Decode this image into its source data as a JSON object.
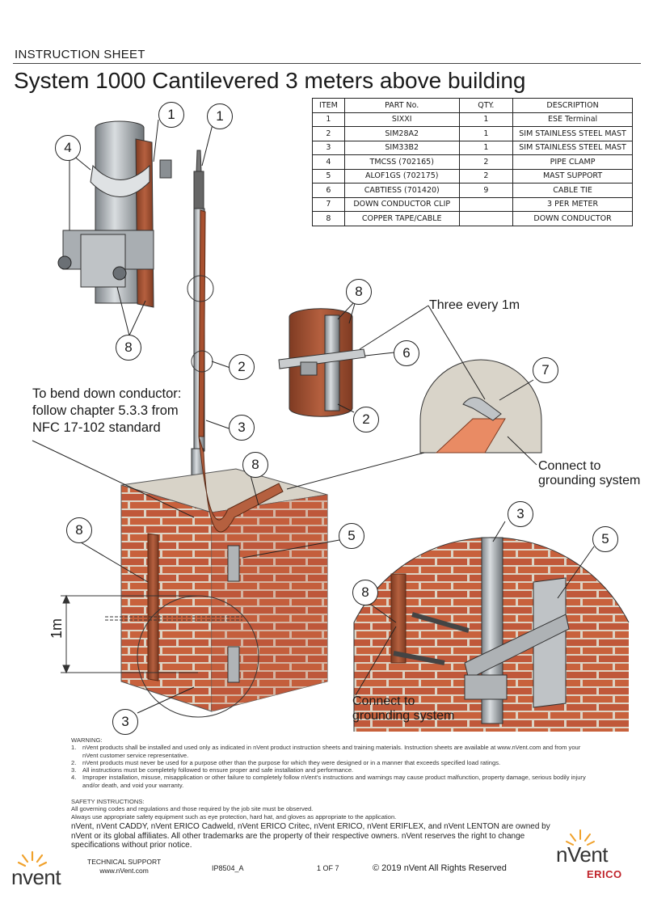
{
  "header": {
    "label": "INSTRUCTION SHEET",
    "title": "System 1000 Cantilevered 3 meters above building"
  },
  "parts_table": {
    "headers": [
      "ITEM",
      "PART No.",
      "QTY.",
      "DESCRIPTION"
    ],
    "rows": [
      [
        "1",
        "SIXXI",
        "1",
        "ESE Terminal"
      ],
      [
        "2",
        "SIM28A2",
        "1",
        "SIM STAINLESS STEEL MAST"
      ],
      [
        "3",
        "SIM33B2",
        "1",
        "SIM STAINLESS STEEL MAST"
      ],
      [
        "4",
        "TMCSS (702165)",
        "2",
        "PIPE CLAMP"
      ],
      [
        "5",
        "ALOF1GS (702175)",
        "2",
        "MAST SUPPORT"
      ],
      [
        "6",
        "CABTIESS (701420)",
        "9",
        "CABLE TIE"
      ],
      [
        "7",
        "DOWN CONDUCTOR CLIP",
        "",
        "3 PER METER"
      ],
      [
        "8",
        "COPPER TAPE/CABLE",
        "",
        "DOWN CONDUCTOR"
      ]
    ]
  },
  "callouts": {
    "bend_line1": "To bend down conductor:",
    "bend_line2": "follow chapter 5.3.3 from",
    "bend_line3": "NFC 17-102 standard",
    "three_every": "Three every 1m",
    "connect_line1": "Connect to",
    "connect_line2": "grounding system",
    "connect2_line1": "Connect to",
    "connect2_line2": "grounding system",
    "dimension": "1m"
  },
  "item_numbers": {
    "n1a": "1",
    "n1b": "1",
    "n4": "4",
    "n8a": "8",
    "n2a": "2",
    "n3a": "3",
    "n8b": "8",
    "n6": "6",
    "n2b": "2",
    "n7": "7",
    "n8c": "8",
    "n5a": "5",
    "n8d": "8",
    "n3b": "3",
    "n5b": "5",
    "n8e": "8",
    "n3c": "3"
  },
  "warning": {
    "title": "WARNING:",
    "items": [
      "nVent products shall be installed and used only as indicated in nVent product instruction sheets and training materials. Instruction sheets are available at www.nVent.com and from your nVent customer service representative.",
      "nVent products must never be used for a purpose other than the purpose for which they were designed or in a manner that exceeds specified load ratings.",
      "All instructions must be completely followed to ensure proper and safe installation and performance.",
      "Improper installation, misuse, misapplication or other failure to completely follow nVent's instructions and warnings may cause product malfunction, property damage, serious bodily injury and/or death, and void your warranty."
    ]
  },
  "safety": {
    "title": "SAFETY INSTRUCTIONS:",
    "line1": "All governing codes and regulations and those required by the job site must be observed.",
    "line2": "Always use appropriate safety equipment such as eye protection, hard hat, and gloves as appropriate to the application."
  },
  "trademark": "nVent, nVent CADDY, nVent ERICO Cadweld, nVent ERICO Critec, nVent ERICO, nVent ERIFLEX, and nVent LENTON are owned by nVent or its global affiliates. All other trademarks are the property of their respective owners. nVent reserves the right to change specifications without prior notice.",
  "footer": {
    "support_label": "TECHNICAL SUPPORT",
    "support_url": "www.nVent.com",
    "doc_number": "IP8504_A",
    "page": "1 OF 7",
    "copyright": "© 2019 nVent All Rights Reserved",
    "brand_left": "nvent",
    "brand_right": "nVent",
    "brand_sub": "ERICO"
  },
  "colors": {
    "copper": "#b5603f",
    "copper_dark": "#7f3b22",
    "brick": "#c8613c",
    "mortar": "#ddd3c4",
    "steel": "#a4a9ad",
    "concrete": "#d8d3c8",
    "logo_accent": "#f0a12b",
    "brand_red": "#c0242b"
  }
}
